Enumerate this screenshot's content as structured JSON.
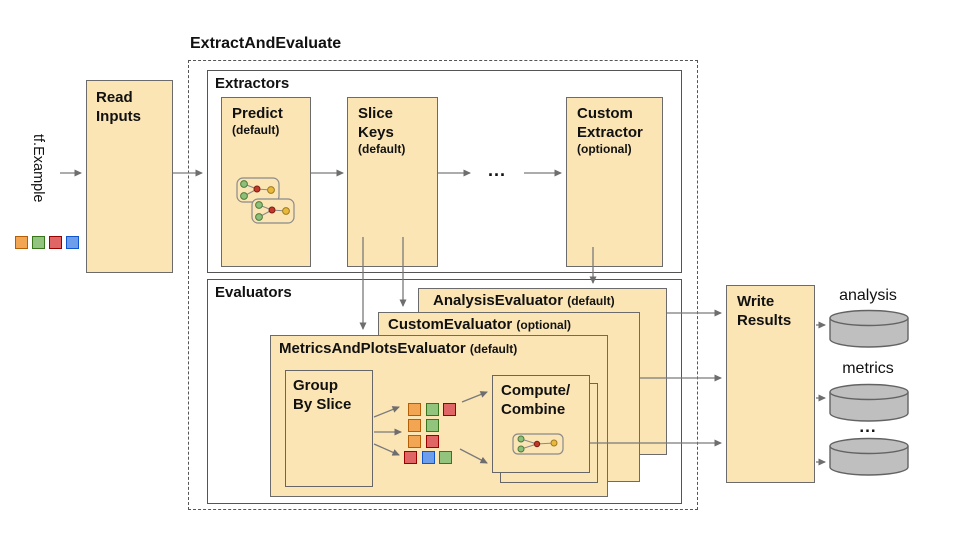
{
  "title": "ExtractAndEvaluate",
  "input": {
    "label": "tf.Example",
    "legend_squares": [
      "orange",
      "green",
      "red",
      "blue"
    ]
  },
  "read_inputs": {
    "line1": "Read",
    "line2": "Inputs"
  },
  "extractors": {
    "label": "Extractors",
    "predict": {
      "title": "Predict",
      "sub": "(default)"
    },
    "slice_keys": {
      "line1": "Slice",
      "line2": "Keys",
      "sub": "(default)"
    },
    "ellipsis": "...",
    "custom_extractor": {
      "line1": "Custom",
      "line2": "Extractor",
      "sub": "(optional)"
    }
  },
  "evaluators": {
    "label": "Evaluators",
    "analysis": {
      "title": "AnalysisEvaluator",
      "sub": "(default)"
    },
    "custom": {
      "title": "CustomEvaluator",
      "sub": "(optional)"
    },
    "metrics_plots": {
      "title": "MetricsAndPlotsEvaluator",
      "sub": "(default)"
    },
    "group_by_slice": {
      "line1": "Group",
      "line2": "By Slice"
    },
    "compute_combine": {
      "line1": "Compute/",
      "line2": "Combine"
    },
    "slice_grid": [
      [
        "orange",
        "green",
        "red"
      ],
      [
        "orange",
        "green"
      ],
      [
        "orange",
        "red"
      ],
      [
        "red",
        "blue",
        "green"
      ]
    ]
  },
  "write_results": {
    "line1": "Write",
    "line2": "Results"
  },
  "outputs": {
    "analysis_label": "analysis",
    "metrics_label": "metrics",
    "ellipsis": "..."
  },
  "colors": {
    "node_fill": "#fbe5b5",
    "node_border": "#6b6b6b",
    "container_border": "#555555",
    "arrow": "#7a7a7a",
    "cylinder_fill": "#bfbfbf",
    "cylinder_border": "#636363",
    "square_orange": "#f2a654",
    "square_green": "#93c47d",
    "square_red": "#e06666",
    "square_blue": "#6d9eeb"
  }
}
